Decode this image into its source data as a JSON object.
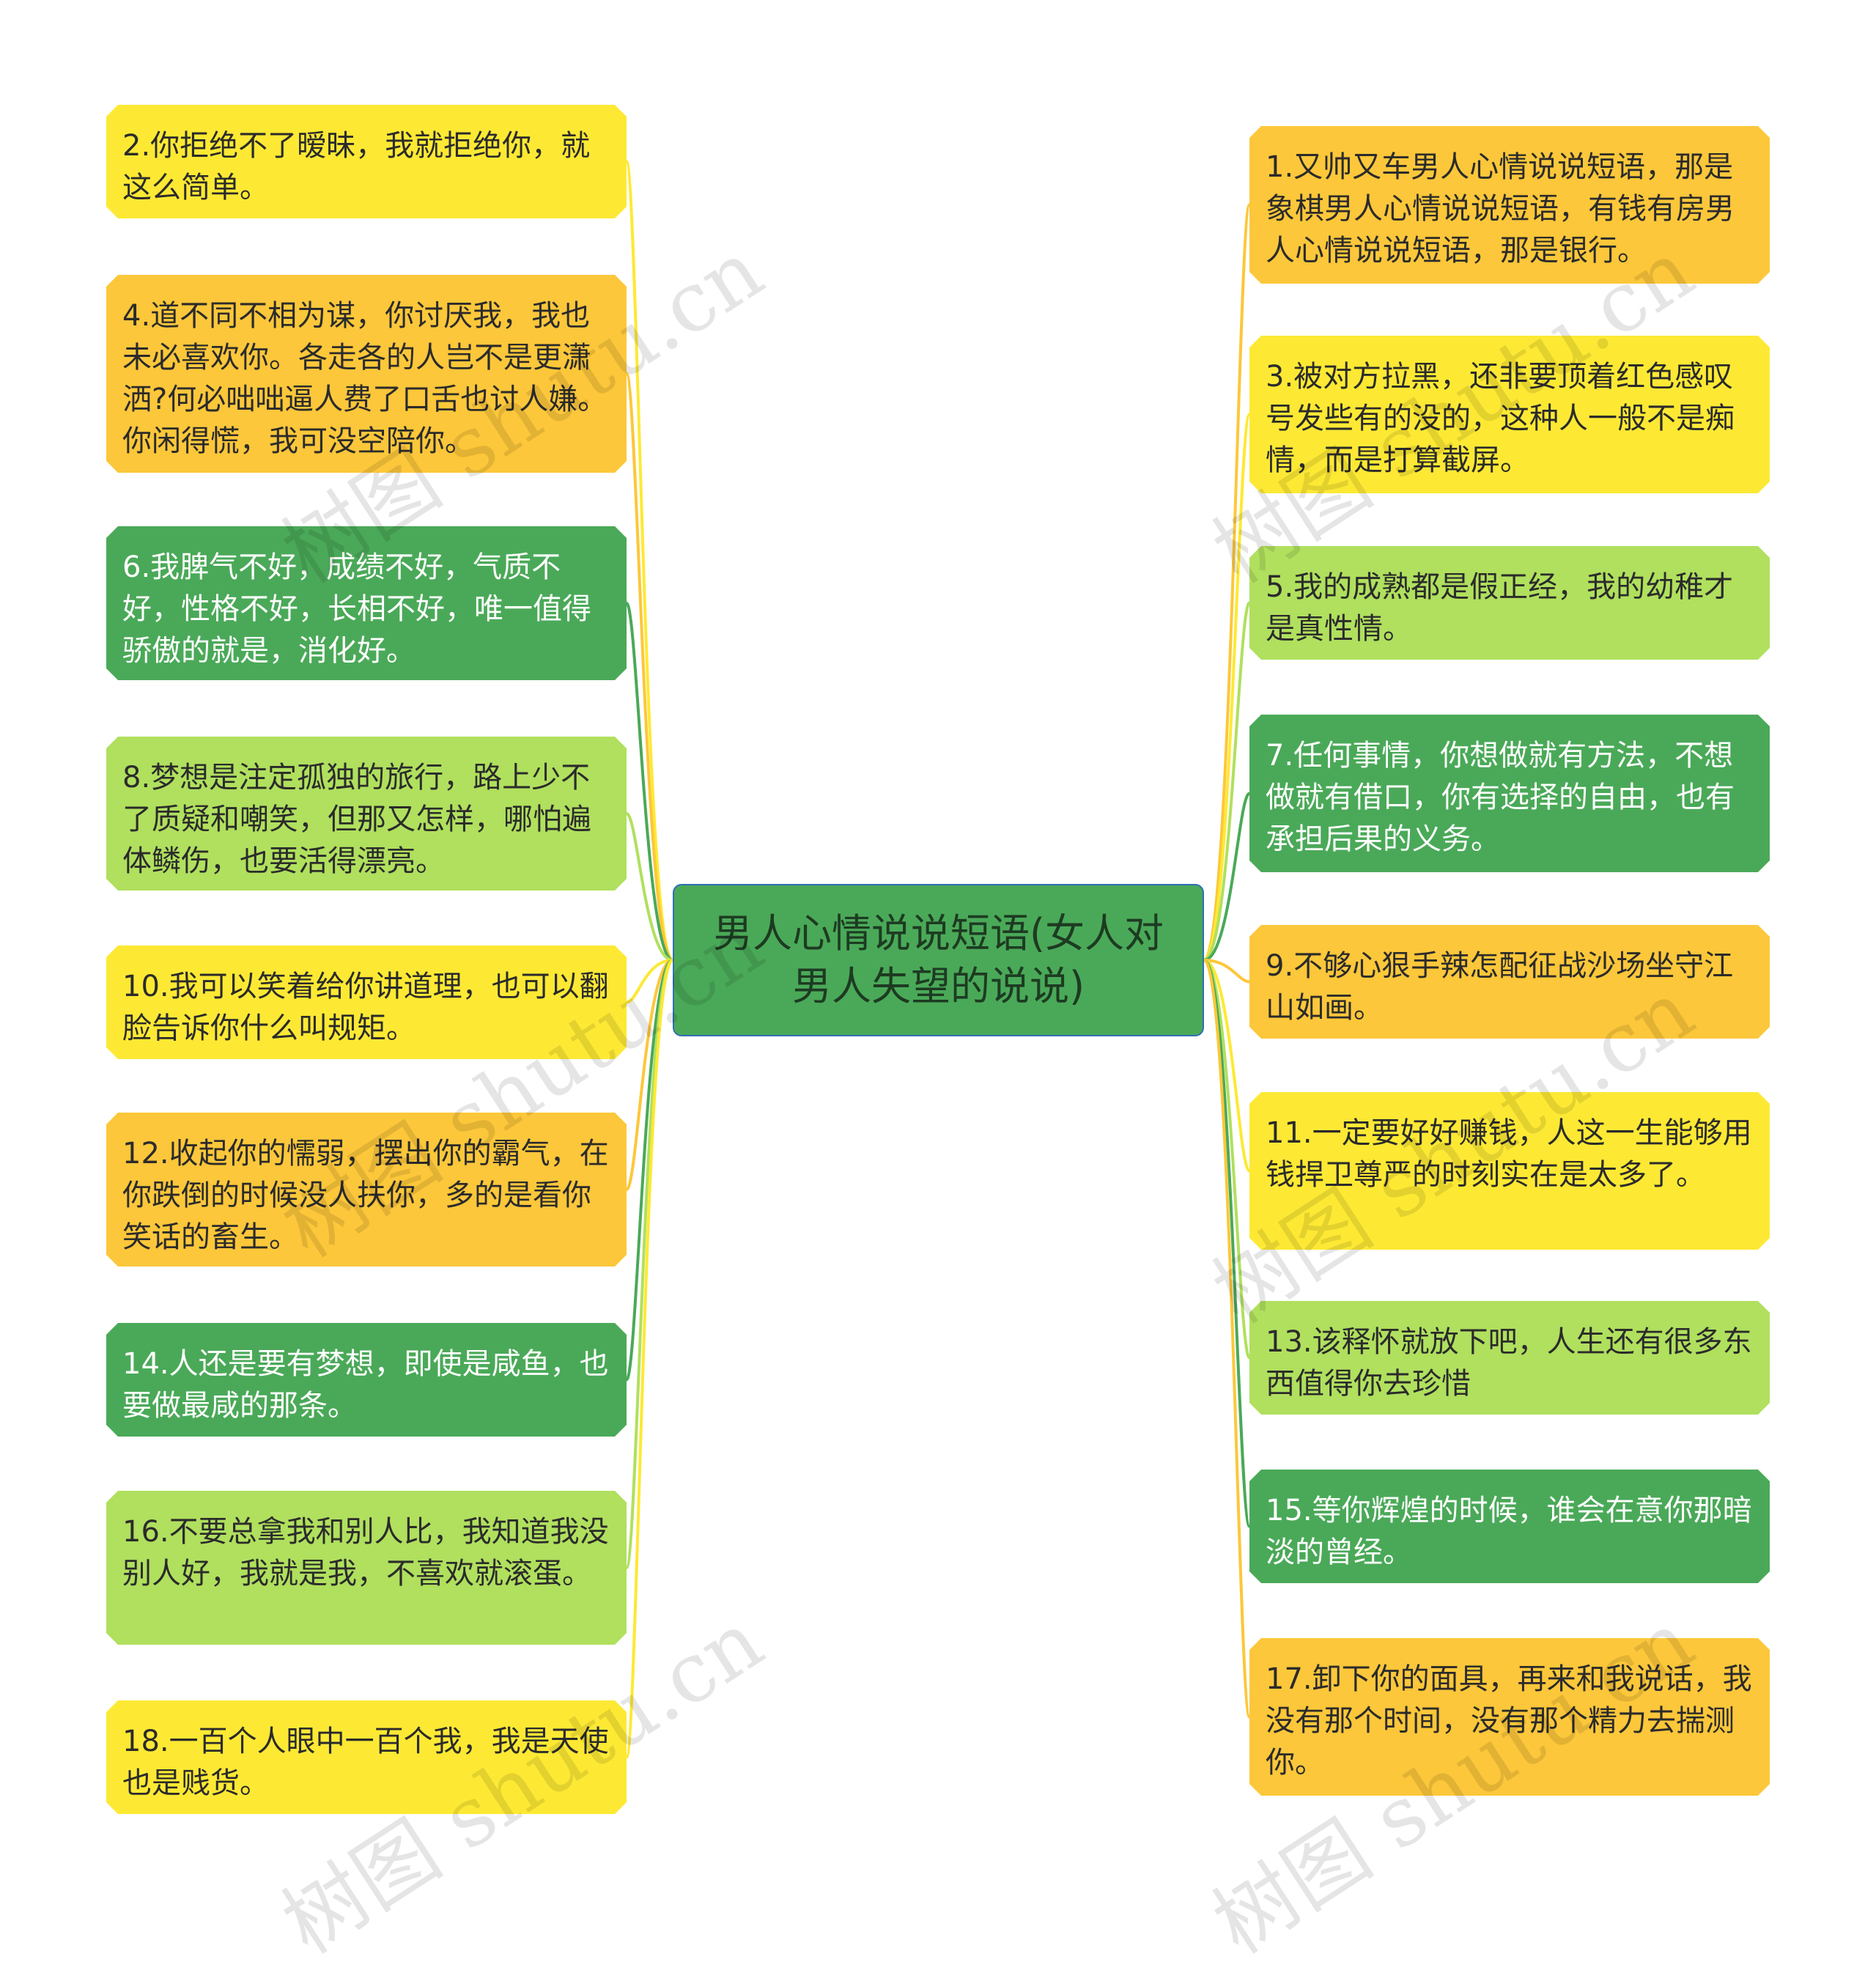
{
  "center": {
    "text": "男人心情说说短语(女人对男人失望的说说)",
    "color": "#4aa958"
  },
  "colors": {
    "yellow": "#fde934",
    "orange": "#fcc73a",
    "dark_green": "#4aa958",
    "light_green": "#b0e05e"
  },
  "left_nodes": [
    {
      "text": "2.你拒绝不了暧昧，我就拒绝你，就这么简单。",
      "color": "yellow"
    },
    {
      "text": "4.道不同不相为谋，你讨厌我，我也未必喜欢你。各走各的人岂不是更潇洒?何必咄咄逼人费了口舌也讨人嫌。你闲得慌，我可没空陪你。",
      "color": "orange"
    },
    {
      "text": "6.我脾气不好，成绩不好，气质不好，性格不好，长相不好，唯一值得骄傲的就是，消化好。",
      "color": "dark_green"
    },
    {
      "text": "8.梦想是注定孤独的旅行，路上少不了质疑和嘲笑，但那又怎样，哪怕遍体鳞伤，也要活得漂亮。",
      "color": "light_green"
    },
    {
      "text": "10.我可以笑着给你讲道理，也可以翻脸告诉你什么叫规矩。",
      "color": "yellow"
    },
    {
      "text": "12.收起你的懦弱，摆出你的霸气，在你跌倒的时候没人扶你，多的是看你笑话的畜生。",
      "color": "orange"
    },
    {
      "text": "14.人还是要有梦想，即使是咸鱼，也要做最咸的那条。",
      "color": "dark_green"
    },
    {
      "text": "16.不要总拿我和别人比，我知道我没别人好，我就是我，不喜欢就滚蛋。",
      "color": "light_green"
    },
    {
      "text": "18.一百个人眼中一百个我，我是天使也是贱货。",
      "color": "yellow"
    }
  ],
  "right_nodes": [
    {
      "text": "1.又帅又车男人心情说说短语，那是象棋男人心情说说短语，有钱有房男人心情说说短语，那是银行。",
      "color": "orange"
    },
    {
      "text": "3.被对方拉黑，还非要顶着红色感叹号发些有的没的，这种人一般不是痴情，而是打算截屏。",
      "color": "yellow"
    },
    {
      "text": "5.我的成熟都是假正经，我的幼稚才是真性情。",
      "color": "light_green"
    },
    {
      "text": "7.任何事情，你想做就有方法，不想做就有借口，你有选择的自由，也有承担后果的义务。",
      "color": "dark_green"
    },
    {
      "text": "9.不够心狠手辣怎配征战沙场坐守江山如画。",
      "color": "orange"
    },
    {
      "text": "11.一定要好好赚钱，人这一生能够用钱捍卫尊严的时刻实在是太多了。",
      "color": "yellow"
    },
    {
      "text": "13.该释怀就放下吧，人生还有很多东西值得你去珍惜",
      "color": "light_green"
    },
    {
      "text": "15.等你辉煌的时候，谁会在意你那暗淡的曾经。",
      "color": "dark_green"
    },
    {
      "text": "17.卸下你的面具，再来和我说话，我没有那个时间，没有那个精力去揣测你。",
      "color": "orange"
    }
  ],
  "watermark": "树图 shutu.cn"
}
